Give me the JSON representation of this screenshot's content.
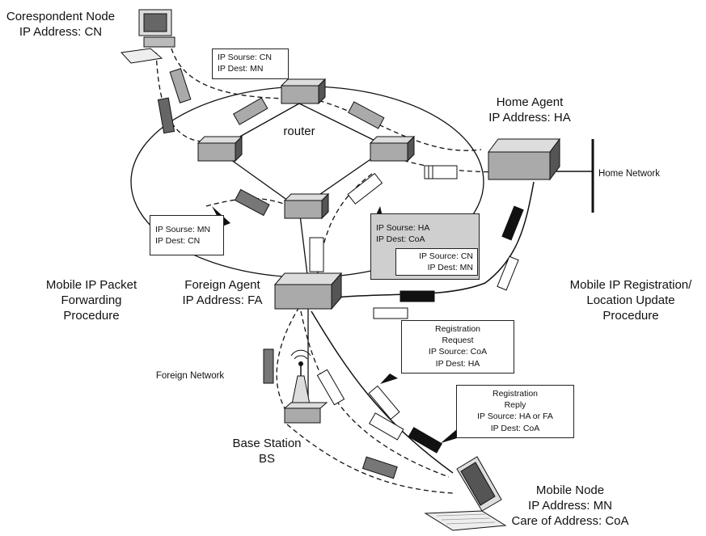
{
  "nodes": {
    "correspondent": {
      "name": "Corespondent Node",
      "address": "IP Address: CN"
    },
    "home_agent": {
      "name": "Home Agent",
      "address": "IP Address: HA"
    },
    "foreign_agent": {
      "name": "Foreign Agent",
      "address": "IP Address: FA"
    },
    "base_station": {
      "name": "Base Station",
      "address": "BS"
    },
    "mobile_node": {
      "name": "Mobile Node",
      "address": "IP Address: MN",
      "care_of": "Care of Address: CoA"
    },
    "router": {
      "name": "router"
    }
  },
  "networks": {
    "home": "Home Network",
    "foreign": "Foreign Network"
  },
  "procedures": {
    "forwarding": [
      "Mobile IP Packet",
      "Forwarding",
      "Procedure"
    ],
    "registration": [
      "Mobile IP Registration/",
      "Location Update",
      "Procedure"
    ]
  },
  "callouts": {
    "cn_to_mn": [
      "IP Sourse: CN",
      "IP Dest: MN"
    ],
    "mn_to_cn": [
      "IP Sourse: MN",
      "IP Dest: CN"
    ],
    "tunnel_outer": [
      "IP Sourse: HA",
      "IP Dest: CoA"
    ],
    "tunnel_inner": [
      "IP Source: CN",
      "IP Dest: MN"
    ],
    "reg_request": [
      "Registration",
      "Request",
      "IP Source: CoA",
      "IP Dest: HA"
    ],
    "reg_reply": [
      "Registration",
      "Reply",
      "IP Source: HA or FA",
      "IP Dest: CoA"
    ]
  }
}
